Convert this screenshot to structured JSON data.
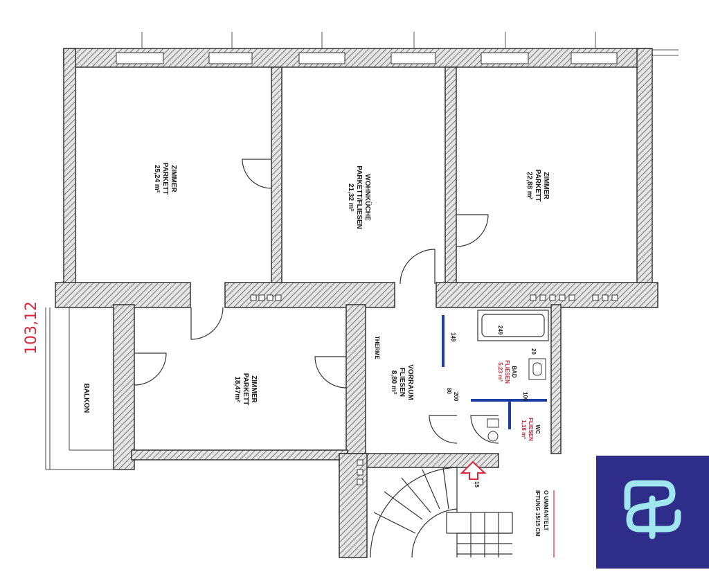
{
  "colors": {
    "wall_fill": "#d8d8d8",
    "wall_stroke": "#333333",
    "plumbing": "#1d3fa0",
    "annotation": "#d8283a",
    "logo_bg": "#2e2e8a",
    "logo_accent": "#9fe6ee"
  },
  "rooms": {
    "zimmer_1": {
      "name": "ZIMMER",
      "floor": "PARKETT",
      "area": "25,24 m²"
    },
    "wohnkueche": {
      "name": "WOHNKÜCHE",
      "floor": "PARKETT/FLIESEN",
      "area": "21,32 m²"
    },
    "zimmer_2": {
      "name": "ZIMMER",
      "floor": "PARKETT",
      "area": "22,88 m²"
    },
    "zimmer_3": {
      "name": "ZIMMER",
      "floor": "PARKETT",
      "area": "18,47m²"
    },
    "balkon": {
      "name": "BALKON"
    },
    "vorraum": {
      "name": "VORRAUM",
      "floor": "FLIESEN",
      "area": "8,80 m²"
    },
    "bad": {
      "name": "BAD",
      "floor": "FLIESEN",
      "area": "5,23 m²"
    },
    "wc": {
      "name": "WC",
      "floor": "FLIESEN",
      "area": "1,18 m²"
    }
  },
  "annotations": {
    "handwritten": "103,12",
    "therme": "THERME",
    "bath_dim": "249",
    "dim_149": "149",
    "dim_80": "80",
    "dim_200": "200",
    "dim_100": "100",
    "dim_20": "20",
    "dim_15": "15",
    "vent_1": "IFTUNG 15/15 CM",
    "vent_2": "O UMMANTELT"
  },
  "logo": {
    "icon": "sp-monogram-icon"
  }
}
